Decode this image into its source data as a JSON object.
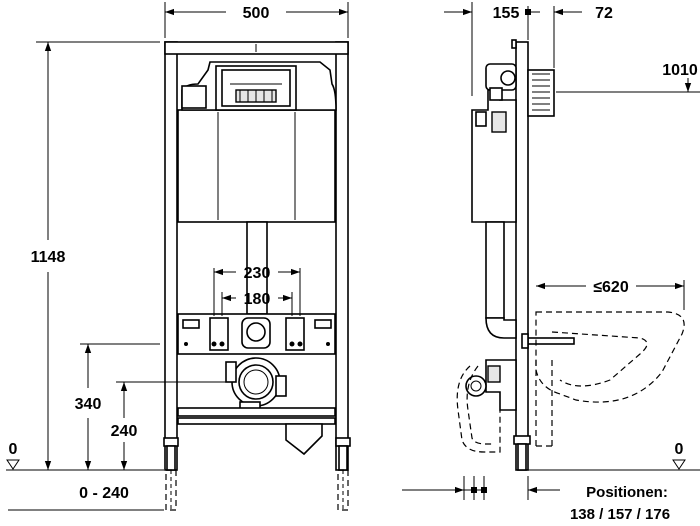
{
  "dimensions": {
    "width_500": "500",
    "height_1148": "1148",
    "spacing_230": "230",
    "spacing_180": "180",
    "height_340": "340",
    "height_240": "240",
    "adjust_range": "0 - 240",
    "zero_left": "0",
    "zero_right": "0",
    "depth_155": "155",
    "depth_72": "72",
    "height_1010": "1010",
    "bowl_620": "≤620",
    "positions_label": "Positionen:",
    "positions_values": "138 / 157 / 176"
  },
  "icons": {
    "level_marker_left": "ground-level-triangle-icon",
    "level_marker_right": "ground-level-triangle-icon"
  }
}
